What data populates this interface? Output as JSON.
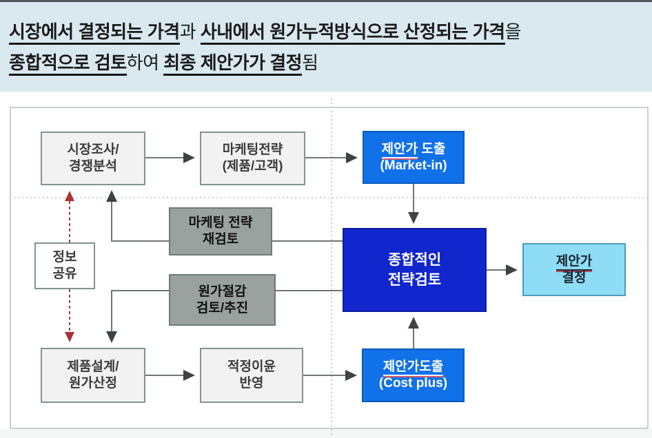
{
  "header": {
    "segments": [
      {
        "text": "시장에서 결정되는 가격",
        "underline": true
      },
      {
        "text": "과 ",
        "underline": false
      },
      {
        "text": "사내에서 원가누적방식으로 산정되는 가격",
        "underline": true
      },
      {
        "text": "을",
        "underline": false
      },
      {
        "text": "종합적으로 검토",
        "underline": true
      },
      {
        "text": "하여 ",
        "underline": false
      },
      {
        "text": "최종 제안가가 결정",
        "underline": true
      },
      {
        "text": "됨",
        "underline": false
      }
    ]
  },
  "diagram": {
    "boxes": {
      "market_research": {
        "line1": "시장조사/",
        "line2": "경쟁분석"
      },
      "marketing_strategy": {
        "line1": "마케팅전략",
        "line2": "(제품/고객)"
      },
      "market_in": {
        "underlined": "제안가",
        "rest": " 도출",
        "line2": "(Market-in)"
      },
      "marketing_review": {
        "line1": "마케팅 전략",
        "line2": "재검토"
      },
      "info_share": {
        "line1": "정보",
        "line2": "공유"
      },
      "cost_reduction": {
        "line1": "원가절감",
        "line2": "검토/추진"
      },
      "strategic_review": {
        "line1": "종합적인",
        "line2": "전략검토"
      },
      "cost_plus": {
        "underlined": "제안가도출",
        "rest": "",
        "line2": "(Cost plus)"
      },
      "final_price": {
        "underlined": "제안가",
        "line2": "결정"
      },
      "product_design": {
        "line1": "제품설계/",
        "line2": "원가산정"
      },
      "profit_margin": {
        "line1": "적정이윤",
        "line2": "반영"
      }
    },
    "colors": {
      "header_bg": "#d9e9ef",
      "light_box_fill": "#f1f2f1",
      "light_box_border": "#7f948d",
      "gray_box_fill": "#9aa2a0",
      "blue_box_fill": "#1171e8",
      "navy_box_fill": "#1126cc",
      "sky_box_fill": "#8edcf5",
      "connector_gray": "#6e7674",
      "connector_red_dashed": "#a83434",
      "squiggle_red": "#cf5a6a"
    }
  }
}
